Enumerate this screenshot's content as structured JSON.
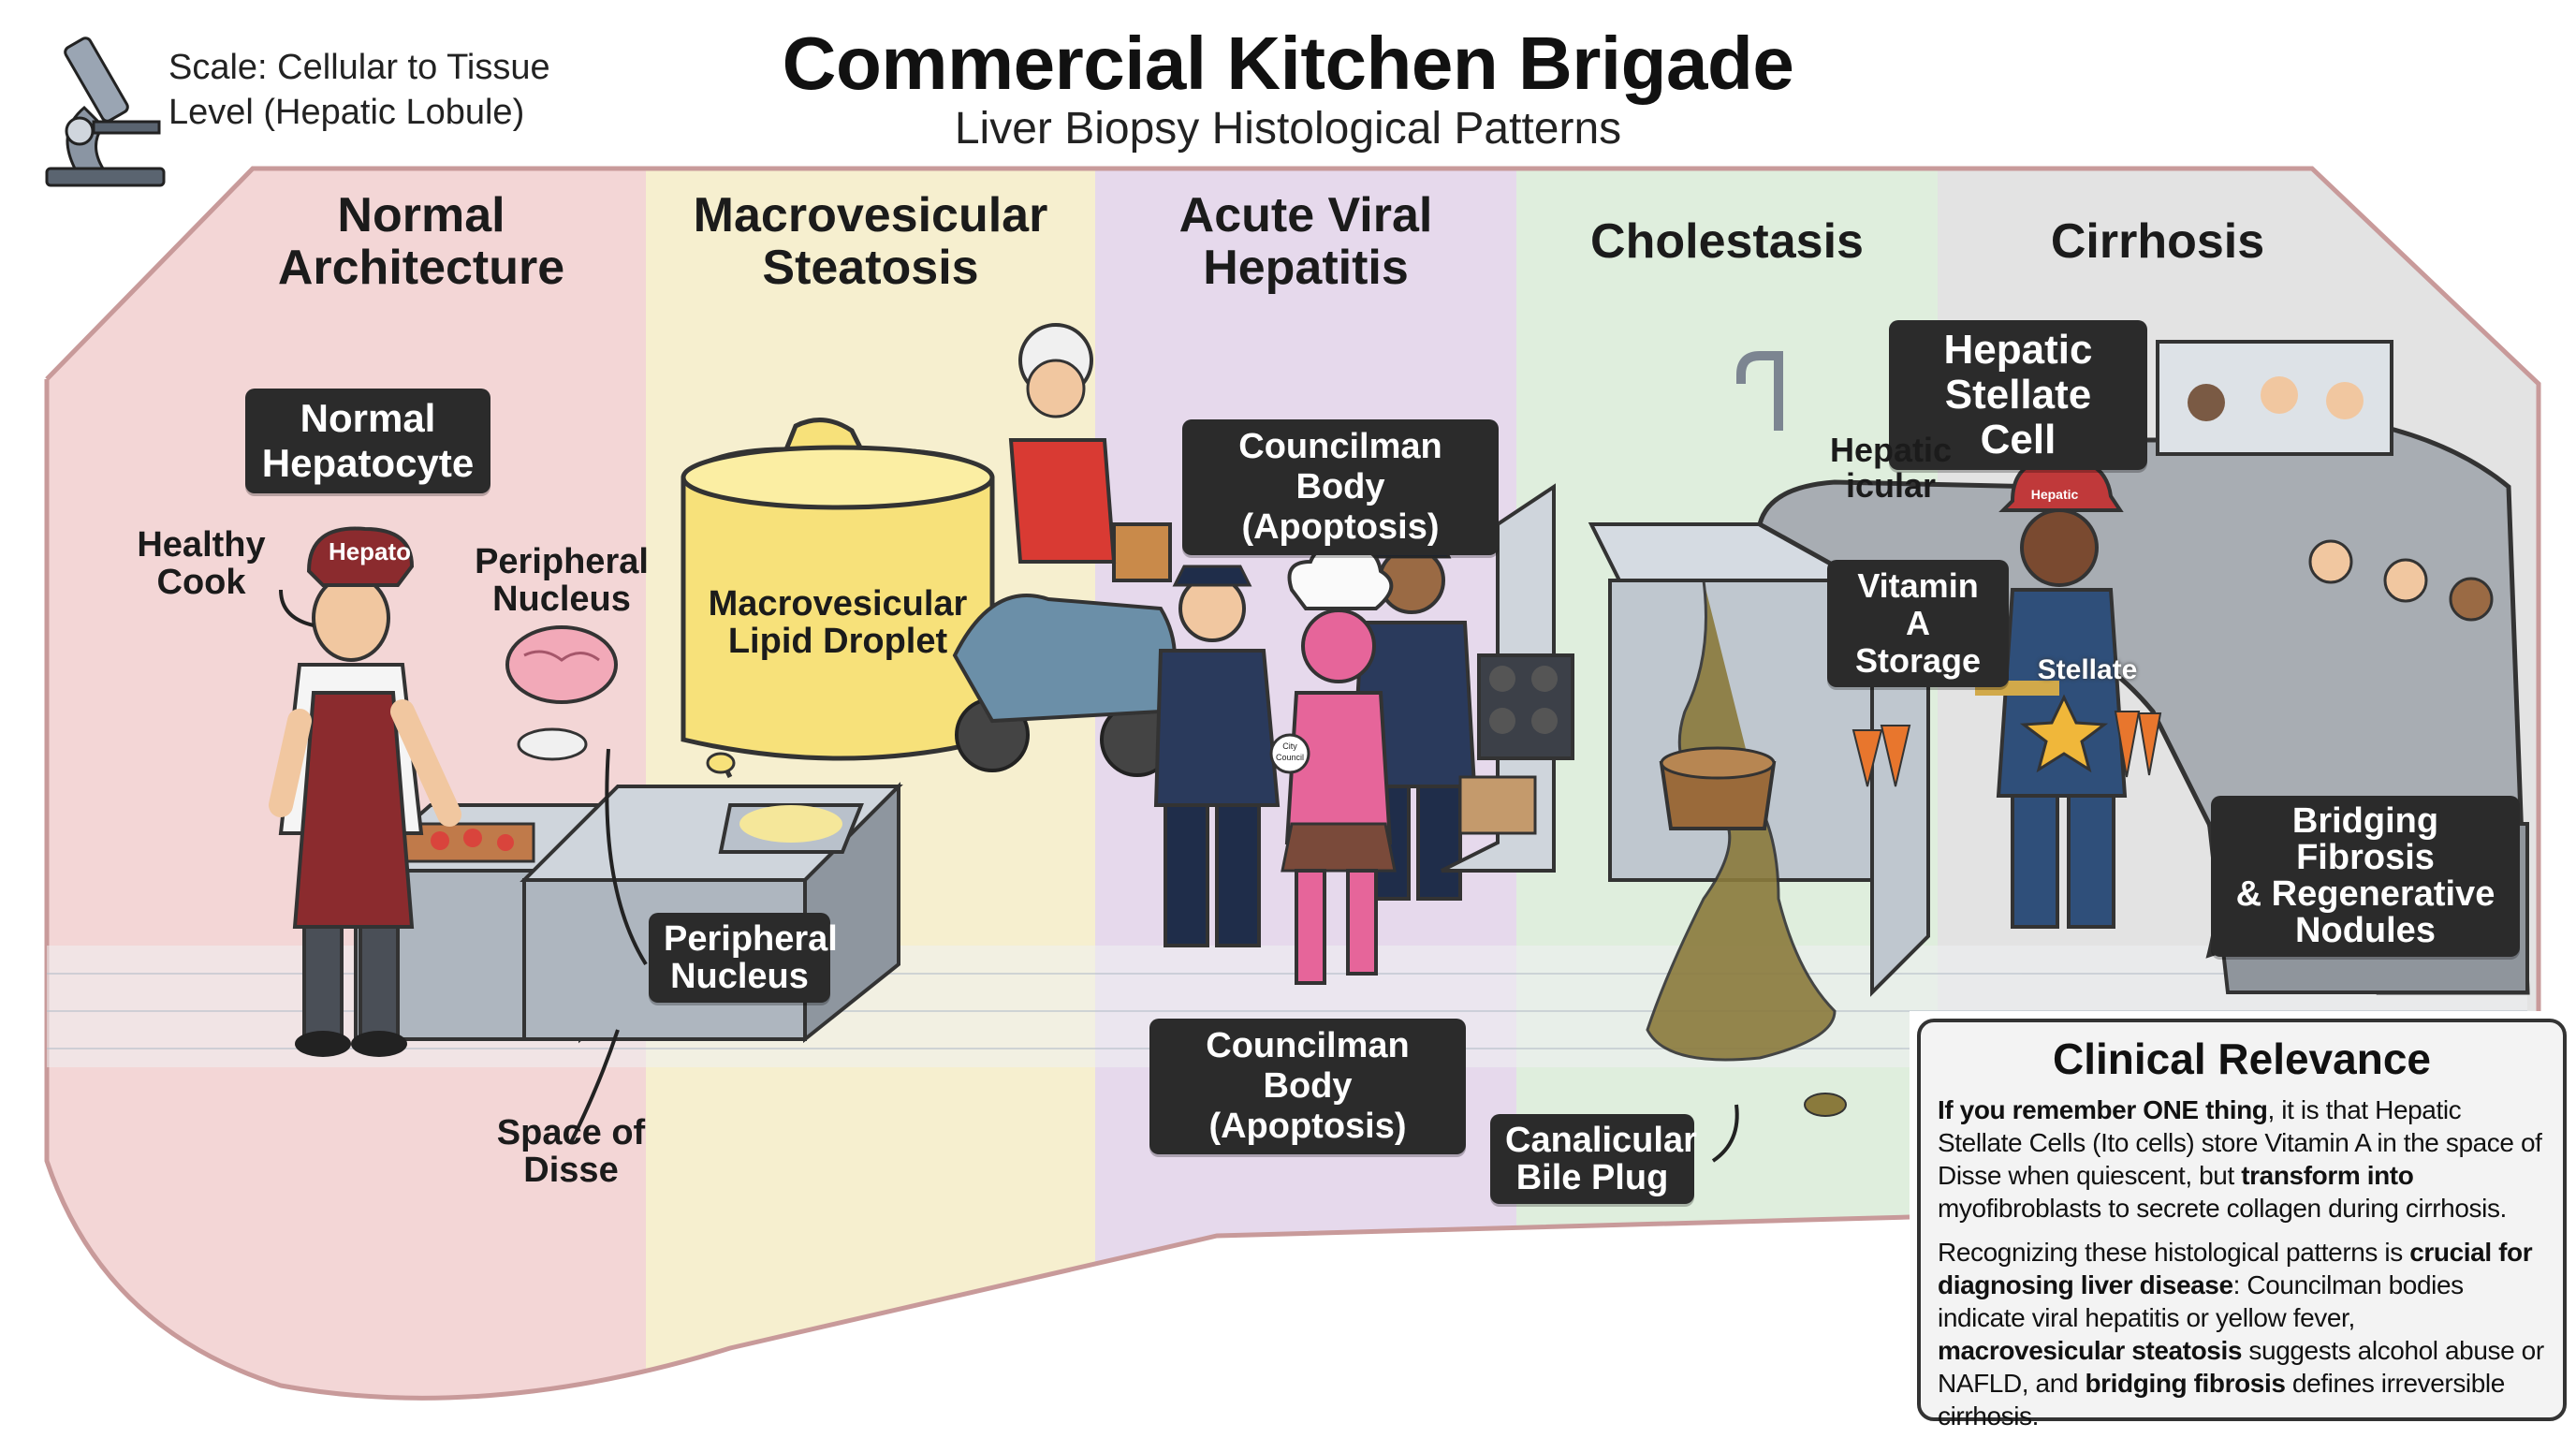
{
  "header": {
    "title": "Commercial Kitchen Brigade",
    "subtitle": "Liver Biopsy Histological Patterns",
    "scale_label": "Scale: Cellular to Tissue\nLevel (Hepatic Lobule)"
  },
  "columns": [
    {
      "heading": "Normal\nArchitecture",
      "color": "#f3d6d6"
    },
    {
      "heading": "Macrovesicular\nSteatosis",
      "color": "#f6efcf"
    },
    {
      "heading": "Acute Viral\nHepatitis",
      "color": "#e6d9ec"
    },
    {
      "heading": "Cholestasis",
      "color": "#dfeedd"
    },
    {
      "heading": "Cirrhosis",
      "color": "#e3e3e3"
    }
  ],
  "labels": {
    "normal_hepatocyte": "Normal\nHepatocyte",
    "healthy_cook": "Healthy\nCook",
    "hat_text": "Hepato",
    "peripheral_nucleus_top": "Peripheral\nNucleus",
    "peripheral_nucleus_tag": "Peripheral\nNucleus",
    "space_of_disse": "Space of\nDisse",
    "lipid_droplet": "Macrovesicular\nLipid Droplet",
    "councilman_top": "Councilman Body\n(Apoptosis)",
    "councilman_bottom": "Councilman Body\n(Apoptosis)",
    "badge_text": "City\nCouncil",
    "canalicular_bile_plug": "Canalicular\nBile Plug",
    "hepatic_icular": "Hepatic\nicular",
    "hepatic_stellate_cell": "Hepatic\nStellate Cell",
    "vitamin_a_storage": "Vitamin A\nStorage",
    "stellate": "Stellate",
    "helmet_text": "Hepatic",
    "bridging_fibrosis": "Bridging Fibrosis\n& Regenerative\nNodules"
  },
  "clinical": {
    "title": "Clinical Relevance",
    "p1_bold1": "If you remember ONE thing",
    "p1_text1": ", it is that Hepatic Stellate Cells (Ito cells) store Vitamin A in the space of Disse when quiescent, but ",
    "p1_bold2": "transform into",
    "p1_text2": " myofibroblasts to secrete collagen during cirrhosis.",
    "p2_text1": "Recognizing these histological patterns is ",
    "p2_bold1": "crucial for diagnosing liver disease",
    "p2_text2": ": Councilman bodies indicate viral hepatitis or yellow fever, ",
    "p2_bold2": "macrovesicular steatosis",
    "p2_text3": " suggests alcohol abuse or NAFLD, and ",
    "p2_bold3": "bridging fibrosis",
    "p2_text4": " defines irreversible cirrhosis."
  },
  "icons": [
    "microscope-icon"
  ]
}
